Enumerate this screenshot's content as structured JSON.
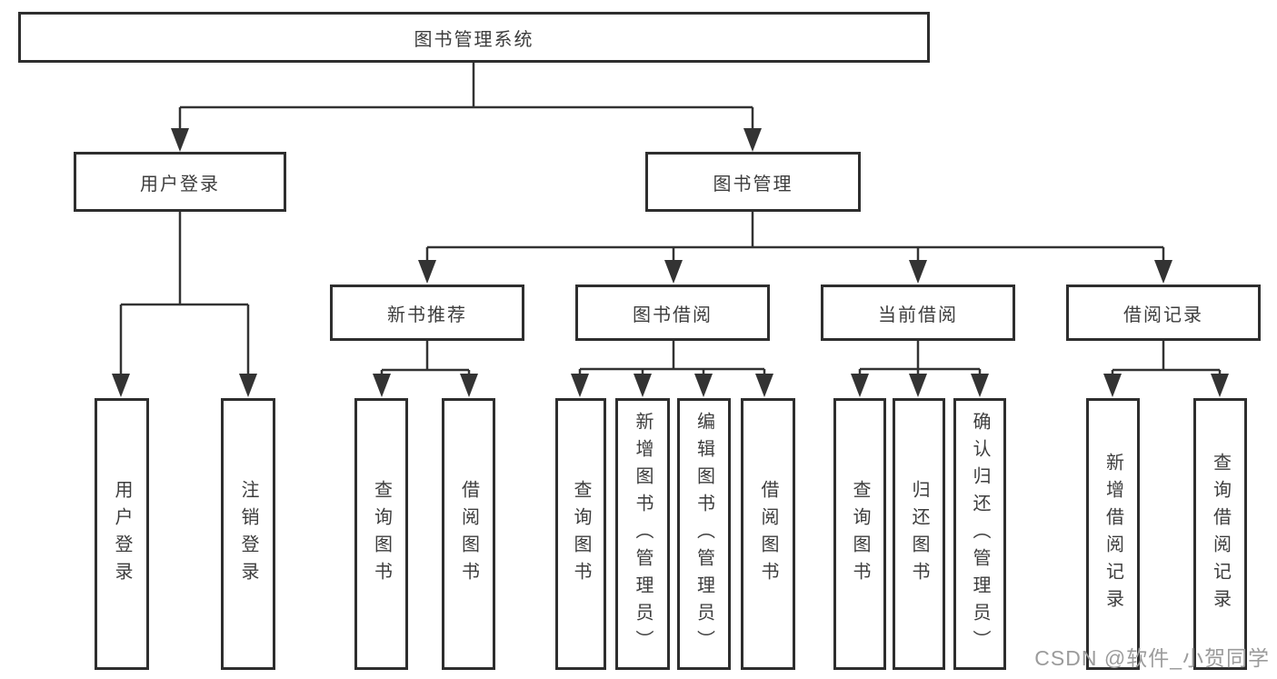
{
  "diagram": {
    "root": {
      "label": "图书管理系统"
    },
    "branches": [
      {
        "label": "用户登录",
        "children": [
          {
            "label": "用户登录"
          },
          {
            "label": "注销登录"
          }
        ]
      },
      {
        "label": "图书管理",
        "children": [
          {
            "label": "新书推荐",
            "children": [
              {
                "label": "查询图书"
              },
              {
                "label": "借阅图书"
              }
            ]
          },
          {
            "label": "图书借阅",
            "children": [
              {
                "label": "查询图书"
              },
              {
                "label": "新增图书（管理员）"
              },
              {
                "label": "编辑图书（管理员）"
              },
              {
                "label": "借阅图书"
              }
            ]
          },
          {
            "label": "当前借阅",
            "children": [
              {
                "label": "查询图书"
              },
              {
                "label": "归还图书"
              },
              {
                "label": "确认归还（管理员）"
              }
            ]
          },
          {
            "label": "借阅记录",
            "children": [
              {
                "label": "新增借阅记录"
              },
              {
                "label": "查询借阅记录"
              }
            ]
          }
        ]
      }
    ]
  },
  "watermark": {
    "text": "CSDN @软件_小贺同学"
  },
  "colors": {
    "line": "#333333",
    "box_border": "#2e2e2e",
    "text": "#3d3d3d",
    "watermark": "#9b9b9b",
    "background": "#ffffff"
  }
}
